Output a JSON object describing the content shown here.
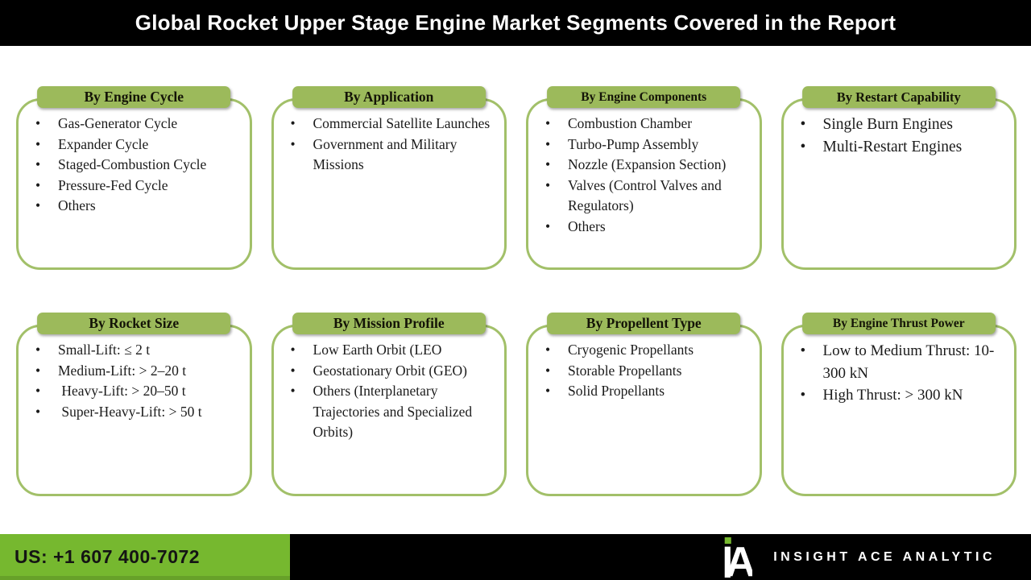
{
  "title": "Global Rocket Upper Stage Engine Market Segments Covered in the Report",
  "segments": [
    {
      "header": "By Engine Cycle",
      "items": [
        "Gas-Generator Cycle",
        "Expander Cycle",
        "Staged-Combustion Cycle",
        "Pressure-Fed Cycle",
        "Others"
      ]
    },
    {
      "header": "By Application",
      "items": [
        "Commercial Satellite Launches",
        "Government and Military Missions"
      ]
    },
    {
      "header": "By Engine Components",
      "items": [
        "Combustion Chamber",
        "Turbo-Pump Assembly",
        "Nozzle (Expansion Section)",
        "Valves (Control Valves and Regulators)",
        "Others"
      ]
    },
    {
      "header": "By Restart Capability",
      "items": [
        "Single Burn Engines",
        "Multi-Restart Engines"
      ]
    },
    {
      "header": "By Rocket Size",
      "items": [
        "Small-Lift: ≤ 2 t",
        "Medium-Lift: > 2–20 t",
        " Heavy-Lift: > 20–50 t",
        " Super-Heavy-Lift: > 50 t"
      ]
    },
    {
      "header": "By Mission Profile",
      "items": [
        "Low Earth Orbit (LEO",
        "Geostationary Orbit (GEO)",
        "Others (Interplanetary Trajectories and Specialized Orbits)"
      ]
    },
    {
      "header": "By Propellent Type",
      "items": [
        "Cryogenic Propellants",
        "Storable Propellants",
        "Solid Propellants"
      ]
    },
    {
      "header": "By Engine Thrust Power",
      "items": [
        "Low to Medium Thrust: 10-300 kN",
        "High Thrust: > 300 kN"
      ]
    }
  ],
  "footer": {
    "phone": "US: +1 607 400-7072",
    "brand": "INSIGHT ACE ANALYTIC",
    "logo_letter": "A"
  },
  "colors": {
    "pill_green": "#9cba5b",
    "border_green": "#a2c069",
    "footer_green": "#76b82f",
    "bar_black": "#000000"
  }
}
